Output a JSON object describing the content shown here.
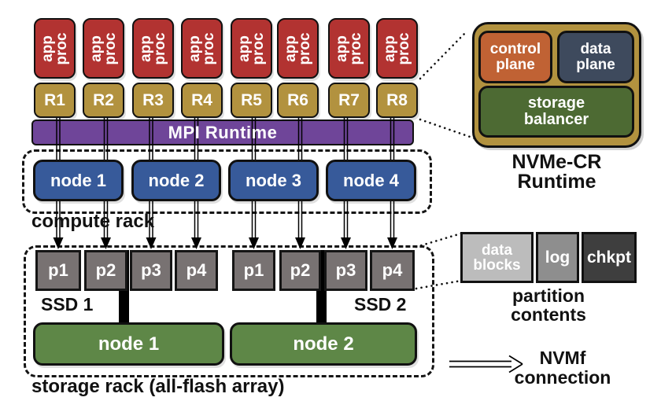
{
  "colors": {
    "app_proc_red": "#b23331",
    "rank_gold": "#b2923f",
    "mpi_purple": "#6f4599",
    "compute_node_blue": "#375a9a",
    "partition_gray": "#787272",
    "storage_node_green": "#5e8747",
    "control_plane_orange": "#c06234",
    "data_plane_navy": "#3e4a5d",
    "storage_balancer_green": "#4d6a33",
    "legend_data_blocks_gray": "#bcbcbc",
    "legend_log_gray": "#8e8e8e",
    "legend_chkpt_gray": "#3e3e3e"
  },
  "app_proc": {
    "line1": "app",
    "line2": "proc"
  },
  "ranks": [
    "R1",
    "R2",
    "R3",
    "R4",
    "R5",
    "R6",
    "R7",
    "R8"
  ],
  "mpi": {
    "label": "MPI Runtime"
  },
  "compute_rack": {
    "caption": "compute rack",
    "nodes": [
      "node 1",
      "node 2",
      "node 3",
      "node 4"
    ]
  },
  "storage_rack": {
    "caption": "storage rack (all-flash array)",
    "ssd1_label": "SSD 1",
    "ssd2_label": "SSD 2",
    "partitions": [
      "p1",
      "p2",
      "p3",
      "p4"
    ],
    "nodes": [
      "node 1",
      "node 2"
    ]
  },
  "nvme_cr": {
    "control_plane": "control plane",
    "data_plane": "data plane",
    "storage_balancer": "storage balancer",
    "caption_line1": "NVMe-CR",
    "caption_line2": "Runtime"
  },
  "partition_contents": {
    "items": [
      "data blocks",
      "log",
      "chkpt"
    ],
    "caption_line1": "partition",
    "caption_line2": "contents"
  },
  "nvmf": {
    "caption_line1": "NVMf",
    "caption_line2": "connection"
  }
}
